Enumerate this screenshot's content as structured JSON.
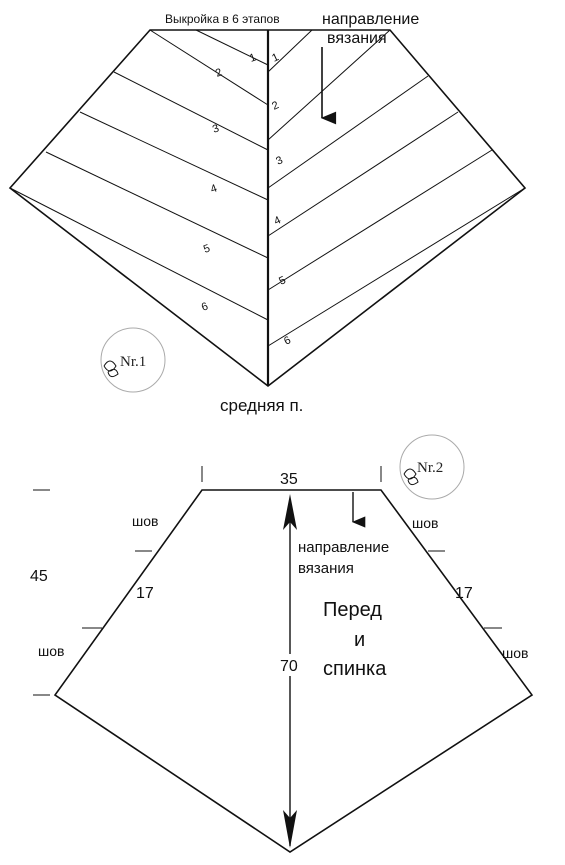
{
  "pattern1": {
    "title": "Выкройка в 6 этапов",
    "direction_line1": "направление",
    "direction_line2": "вязания",
    "bottom_label": "средняя п.",
    "stamp": "Nr.1",
    "left_steps": [
      "1",
      "2",
      "3",
      "4",
      "5",
      "6"
    ],
    "right_steps": [
      "1",
      "2",
      "3",
      "4",
      "5",
      "6"
    ]
  },
  "pattern2": {
    "stamp": "Nr.2",
    "top_width": "35",
    "height_left": "45",
    "side_left": "17",
    "side_right": "17",
    "length": "70",
    "seam_top_left": "шов",
    "seam_top_right": "шов",
    "seam_bottom_left": "шов",
    "seam_bottom_right": "шов",
    "direction_line1": "направление",
    "direction_line2": "вязания",
    "center_line1": "Перед",
    "center_line2": "и",
    "center_line3": "спинка"
  }
}
